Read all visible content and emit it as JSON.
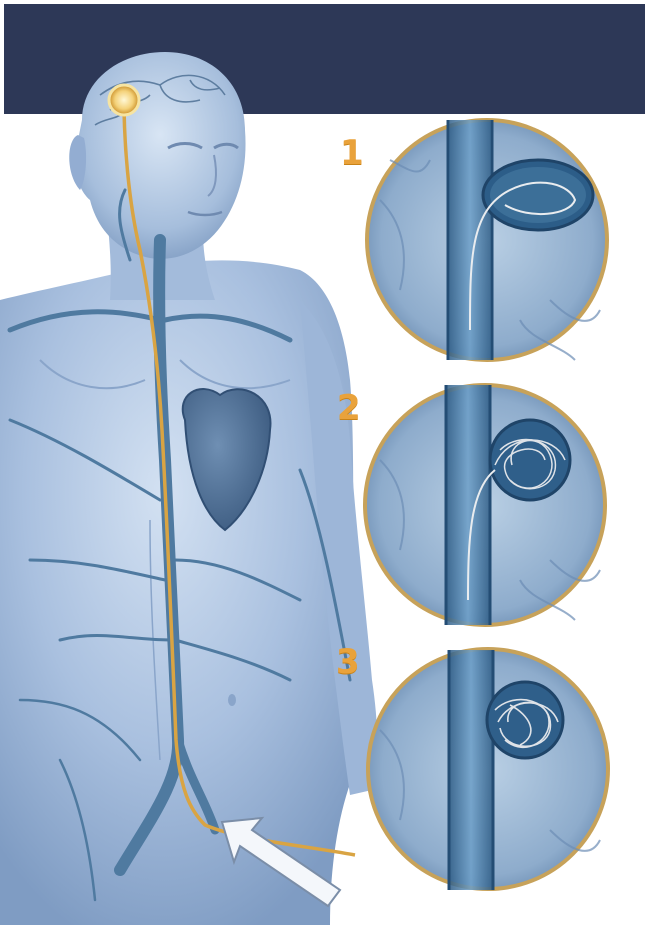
{
  "illustration": {
    "steps": [
      {
        "number": "1"
      },
      {
        "number": "2"
      },
      {
        "number": "3"
      }
    ]
  },
  "colors": {
    "header": "#2d3857",
    "body_skin": "#a8bfde",
    "vessel": "#5d86a8",
    "catheter": "#d9a443",
    "step_number": "#e9a23b",
    "inset_rim": "#c7a25a"
  },
  "icons": [
    "insertion-arrow-icon",
    "entry-point-icon"
  ]
}
